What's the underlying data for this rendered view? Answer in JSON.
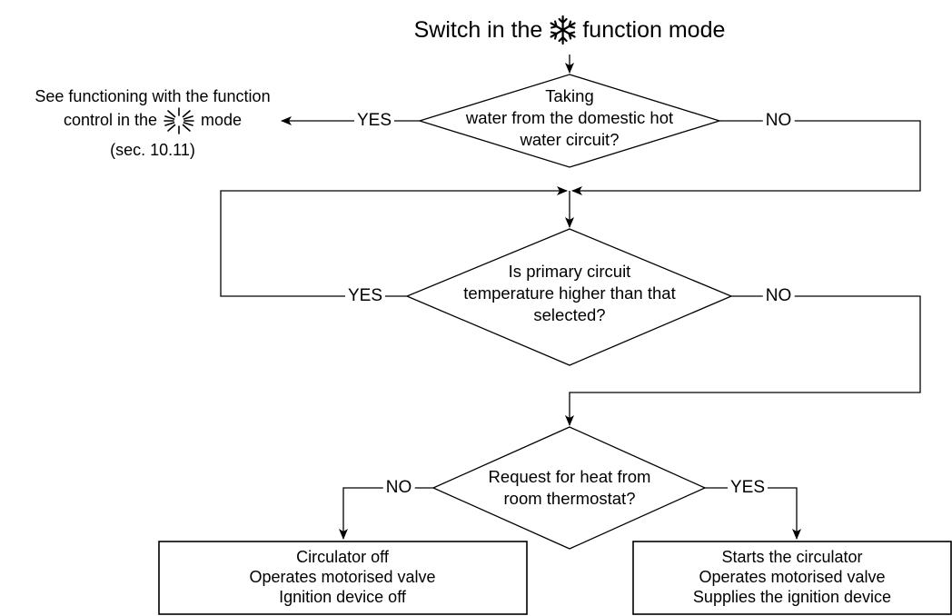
{
  "title": {
    "before": "Switch in the",
    "after": "function mode",
    "icon": "snowflake-icon"
  },
  "side_note": {
    "line1": "See functioning with the function",
    "line2_before": "control in the",
    "line2_after": "mode",
    "line3": "(sec. 10.11)",
    "icon": "sun-icon"
  },
  "decisions": {
    "hot_water": [
      "Taking",
      "water from the domestic hot",
      "water circuit?"
    ],
    "primary_temp": [
      "Is primary circuit",
      "temperature higher than that",
      "selected?"
    ],
    "thermostat": [
      "Request for heat from",
      "room thermostat?"
    ]
  },
  "labels": {
    "d1_yes": "YES",
    "d1_no": "NO",
    "d2_yes": "YES",
    "d2_no": "NO",
    "d3_no": "NO",
    "d3_yes": "YES"
  },
  "boxes": {
    "left": [
      "Circulator off",
      "Operates motorised valve",
      "Ignition device off"
    ],
    "right": [
      "Starts the circulator",
      "Operates motorised valve",
      "Supplies the ignition device"
    ]
  }
}
